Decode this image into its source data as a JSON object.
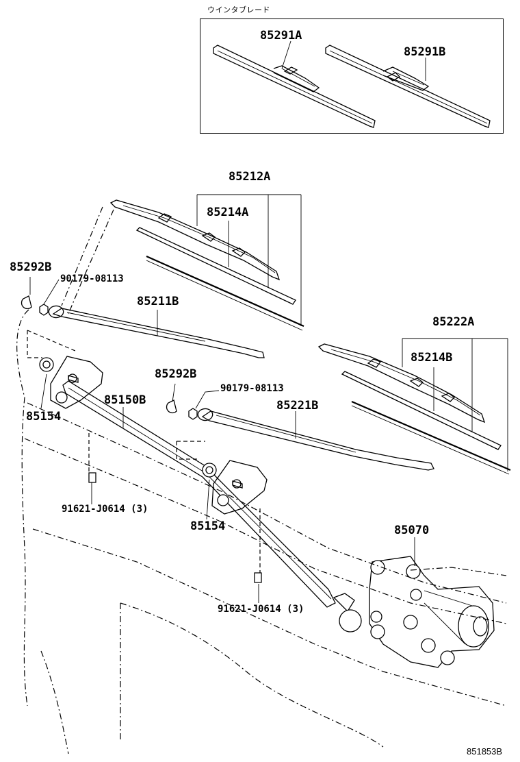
{
  "inset": {
    "title": "ウインタブレード"
  },
  "labels": {
    "p85291A": "85291A",
    "p85291B": "85291B",
    "p85212A": "85212A",
    "p85214A": "85214A",
    "p85292B_left": "85292B",
    "p90179_left": "90179-08113",
    "p85211B": "85211B",
    "p85222A": "85222A",
    "p85214B": "85214B",
    "p85292B_mid": "85292B",
    "p90179_mid": "90179-08113",
    "p85150B": "85150B",
    "p85221B": "85221B",
    "p85154_left": "85154",
    "p91621_left": "91621-J0614 (3)",
    "p85154_mid": "85154",
    "p85070": "85070",
    "p91621_mid": "91621-J0614 (3)",
    "drawing_no": "851853B"
  }
}
